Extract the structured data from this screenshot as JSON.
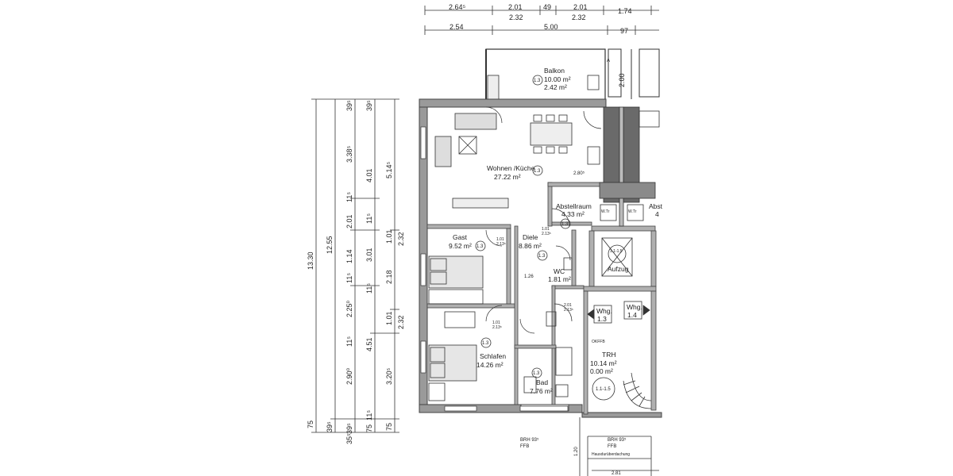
{
  "dimensions": {
    "top_row1": [
      "2.64⁵",
      "2.01",
      "49",
      "2.01",
      "1.74"
    ],
    "top_row2": [
      "2.32",
      "2.32"
    ],
    "top_row3": [
      "2.54",
      "5.00",
      "97"
    ],
    "left_col1": [
      "13.30",
      "75"
    ],
    "left_col2": [
      "12.55",
      "39⁵",
      "35⁵"
    ],
    "left_col3": [
      "39⁵",
      "3.38⁵",
      "11⁵",
      "2.01",
      "1.14",
      "11⁵",
      "2.25⁰",
      "11⁵",
      "2.90⁰",
      "39⁵",
      "75"
    ],
    "left_col4": [
      "39⁵",
      "4.01",
      "11⁵",
      "3.01",
      "11⁵",
      "4.51",
      "11⁵",
      "75"
    ],
    "left_col5": [
      "5.14⁵",
      "1.01",
      "2.18",
      "1.01",
      "3.20⁵",
      "75"
    ],
    "left_col6": [
      "2.32",
      "2.32"
    ],
    "right_v": [
      "2.00"
    ],
    "bottom_v": [
      "1.20"
    ],
    "bottom_h": [
      "2.81"
    ]
  },
  "rooms": [
    {
      "name": "Balkon",
      "area": "10.00 m²",
      "area2": "2.42 m²",
      "tag": "1.3"
    },
    {
      "name": "Wohnen /Küche",
      "area": "27.22 m²",
      "tag": "1.3"
    },
    {
      "name": "Abstellraum",
      "area": "4.33 m²",
      "tag": "1.3"
    },
    {
      "name": "Gast",
      "area": "9.52 m²",
      "tag": "1.3"
    },
    {
      "name": "Diele",
      "area": "8.86 m²",
      "tag": "1.3"
    },
    {
      "name": "WC",
      "area": "1.81 m²"
    },
    {
      "name": "Schlafen",
      "area": "14.26 m²",
      "tag": "1.3"
    },
    {
      "name": "Bad",
      "area": "7.76 m²",
      "tag": "1.3"
    },
    {
      "name": "TRH",
      "area": "10.14 m²",
      "area2": "0.00 m²",
      "tag": "1.1-1.5"
    },
    {
      "name": "Aufzug",
      "tag": "1.1-1.5"
    },
    {
      "name": "Abst",
      "area": "4"
    }
  ],
  "labels": {
    "whg1": "Whg.",
    "whg1_num": "1.3",
    "whg2": "Whg.",
    "whg2_num": "1.4",
    "brh_left": "BRH 93⁵",
    "ffb_left": "FFB",
    "brh_right": "BRH 93⁵",
    "ffb_right": "FFB",
    "roof": "Hausdurüberdachung",
    "wtr": "W.Tr",
    "wtr2": "W.Tr",
    "door_w": "2.80⁵",
    "d1": "1.01",
    "d2": "2.13⁵",
    "d3": "1.26",
    "d4": "1.01",
    "d5": "2.13⁵",
    "d6": "1.01",
    "d7": "2.13⁵",
    "d8": "2.01",
    "d9": "2.13⁵",
    "ok": "OKFFB",
    "col_a": "A",
    "col_a2": "A"
  }
}
